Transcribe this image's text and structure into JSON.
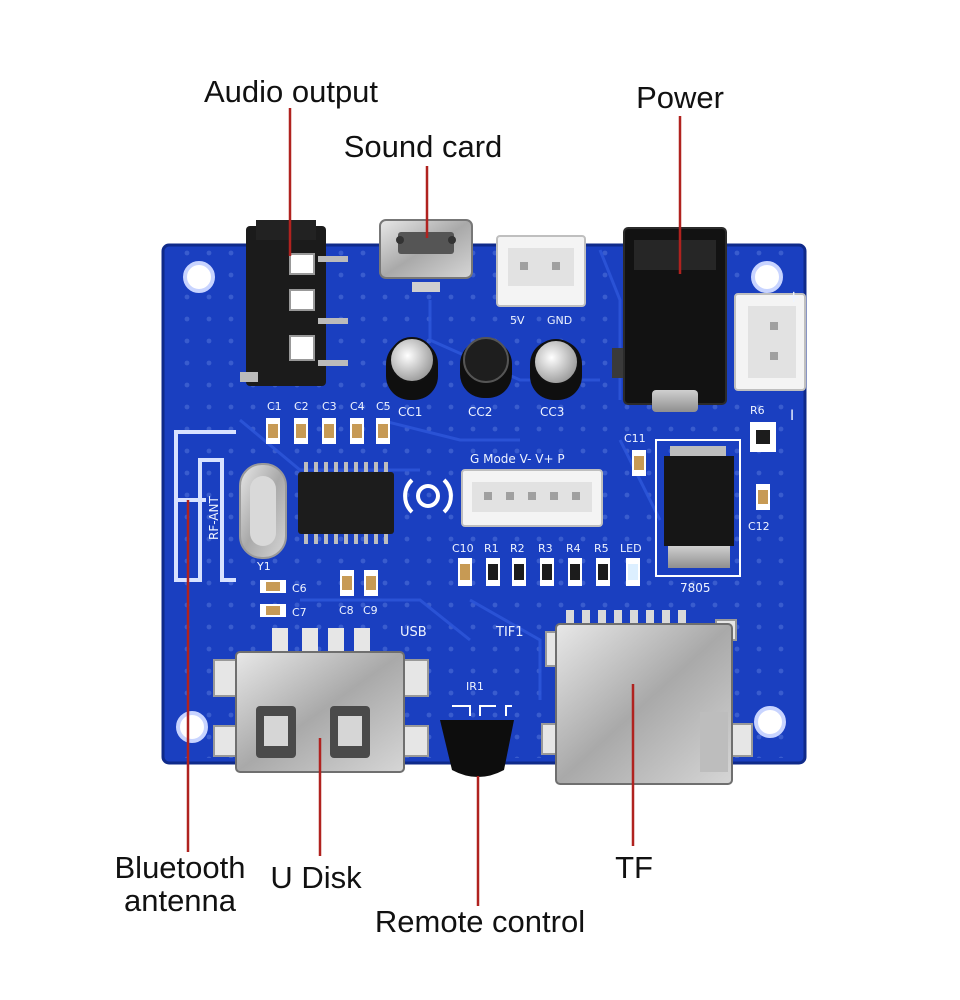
{
  "callouts": {
    "audio_output": "Audio output",
    "sound_card": "Sound card",
    "power": "Power",
    "bluetooth_antenna_line1": "Bluetooth",
    "bluetooth_antenna_line2": "antenna",
    "u_disk": "U Disk",
    "remote_control": "Remote control",
    "tf": "TF"
  },
  "silkscreen": {
    "cap_c1": "C1",
    "cap_c2": "C2",
    "cap_c3": "C3",
    "cap_c4": "C4",
    "cap_c5": "C5",
    "cc1": "CC1",
    "cc2": "CC2",
    "cc3": "CC3",
    "power_5v": "5V",
    "power_gnd": "GND",
    "header_pins": "G Mode V- V+ P",
    "rf_ant": "RF-ANT",
    "crystal": "Y1",
    "cap_c6": "C6",
    "cap_c7": "C7",
    "cap_c8": "C8",
    "cap_c9": "C9",
    "cap_c10": "C10",
    "res_r1": "R1",
    "res_r2": "R2",
    "res_r3": "R3",
    "res_r4": "R4",
    "res_r5": "R5",
    "led": "LED",
    "cap_c11": "C11",
    "cap_c12": "C12",
    "res_r6": "R6",
    "regulator": "7805",
    "usb": "USB",
    "ir_receiver": "IR1",
    "tf_slot": "TIF1",
    "plus": "+",
    "minus": "I"
  },
  "colors": {
    "board": "#1a3fc0",
    "leader_line": "#b0221f"
  }
}
